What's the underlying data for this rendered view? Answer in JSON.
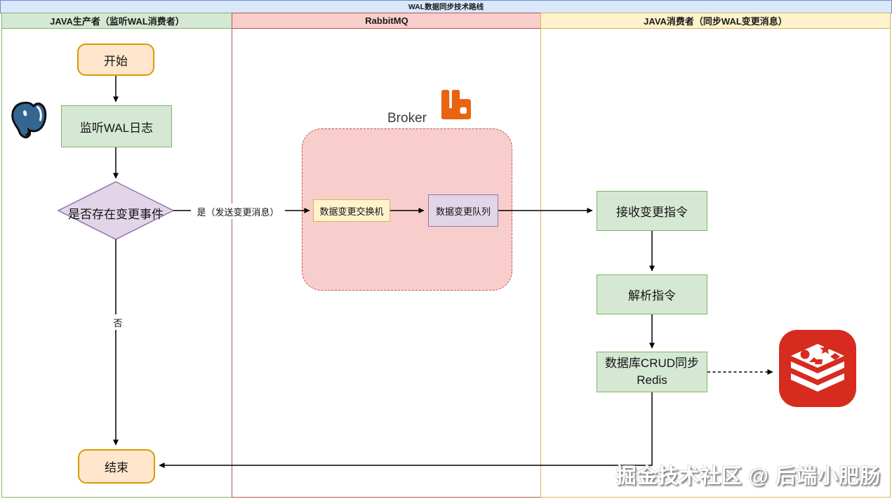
{
  "pool": {
    "title": "WAL数据同步技术路线"
  },
  "lanes": [
    {
      "label": "JAVA生产者（监听WAL消费者）"
    },
    {
      "label": "RabbitMQ"
    },
    {
      "label": "JAVA消费者（同步WAL变更消息）"
    }
  ],
  "nodes": {
    "start": "开始",
    "listen_wal": "监听WAL日志",
    "decision": "是否存在变更事件",
    "exchange": "数据变更交换机",
    "queue": "数据变更队列",
    "receive": "接收变更指令",
    "parse": "解析指令",
    "crud_line1": "数据库CRUD同步",
    "crud_line2": "Redis",
    "end": "结束"
  },
  "edges": {
    "yes_label": "是（发送变更消息）",
    "no_label": "否"
  },
  "broker": {
    "label": "Broker"
  },
  "icons": {
    "postgresql": "postgresql-elephant-logo",
    "rabbitmq": "rabbitmq-logo",
    "redis": "redis-logo"
  },
  "watermark": "掘金技术社区 @ 后端小肥肠",
  "colors": {
    "pool_fill": "#dae8fc",
    "pool_stroke": "#6c8ebf",
    "green_fill": "#d5e8d4",
    "green_stroke": "#82b366",
    "red_fill": "#f8cecc",
    "red_stroke": "#b85450",
    "yellow_fill": "#fff2cc",
    "yellow_stroke": "#d6b656",
    "orange_fill": "#ffe6cc",
    "orange_stroke": "#d79b00",
    "purple_fill": "#e1d5e7",
    "purple_stroke": "#9673a6",
    "rabbitmq_orange": "#e8640e",
    "redis_red": "#d72b1f",
    "postgres_blue": "#336791"
  }
}
